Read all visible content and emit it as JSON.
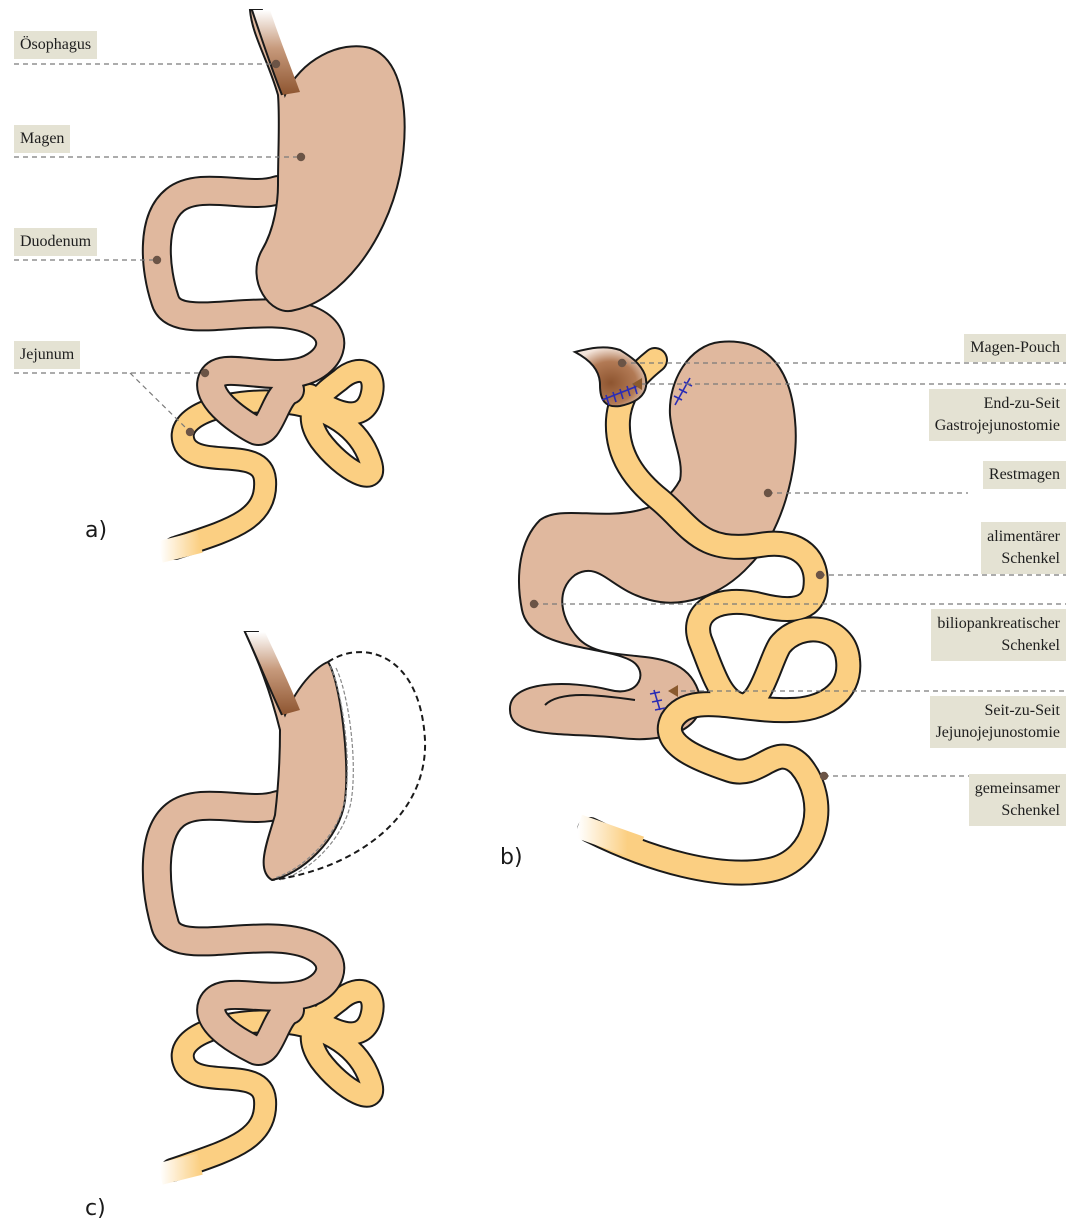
{
  "colors": {
    "stomach": "#e0b89e",
    "intestine": "#fbcf82",
    "esophagus": "#9a5f3a",
    "outline": "#1a1a1a",
    "label_bg": "#e4e2d3",
    "dot": "#6b5446",
    "dash": "#7a7a7a",
    "staple": "#2b2db5"
  },
  "panels": {
    "a": "a)",
    "b": "b)",
    "c": "c)"
  },
  "labels_a": {
    "oesophagus": "Ösophagus",
    "magen": "Magen",
    "duodenum": "Duodenum",
    "jejunum": "Jejunum"
  },
  "labels_b": {
    "magen_pouch": "Magen-Pouch",
    "end_zu_seit_1": "End-zu-Seit",
    "end_zu_seit_2": "Gastrojejunostomie",
    "restmagen": "Restmagen",
    "alimentaerer_1": "alimentärer",
    "alimentaerer_2": "Schenkel",
    "biliopank_1": "biliopankreatischer",
    "biliopank_2": "Schenkel",
    "seit_zu_seit_1": "Seit-zu-Seit",
    "seit_zu_seit_2": "Jejunojejunostomie",
    "gemeinsamer_1": "gemeinsamer",
    "gemeinsamer_2": "Schenkel"
  }
}
